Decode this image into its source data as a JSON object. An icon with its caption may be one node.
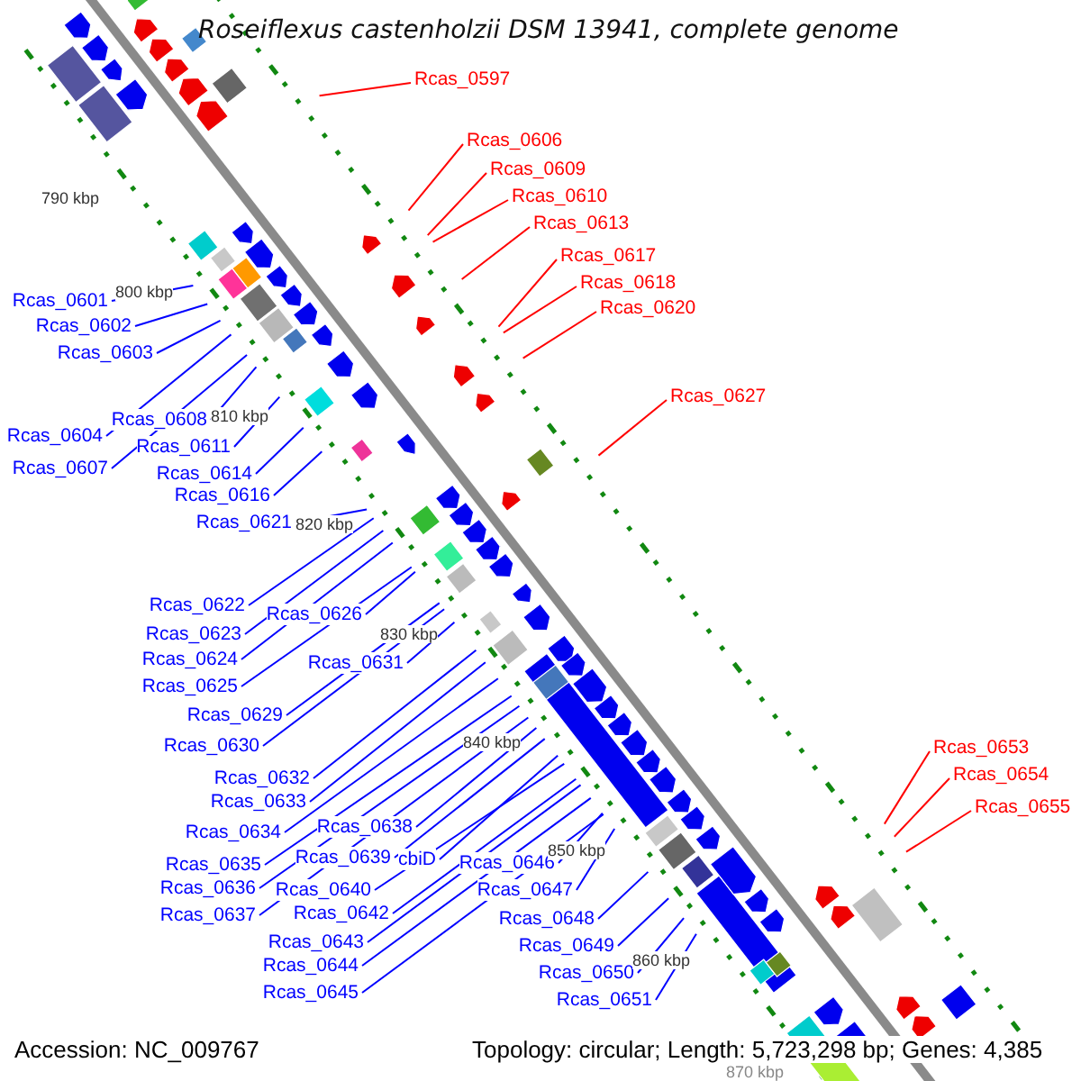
{
  "diagram": {
    "title": "Roseiflexus castenholzii DSM 13941, complete genome",
    "nodes": [
      {
        "text": [
          "Rcas_0597"
        ]
      },
      {
        "text": [
          "Rcas_0606"
        ]
      },
      {
        "text": [
          "Rcas_0609"
        ]
      },
      {
        "text": [
          "Rcas_0610"
        ]
      },
      {
        "text": [
          "Rcas_0613"
        ]
      },
      {
        "text": [
          "Rcas_0617"
        ]
      },
      {
        "text": [
          "Rcas_0618"
        ]
      },
      {
        "text": [
          "Rcas_0601"
        ]
      },
      {
        "text": [
          "Rcas_0620"
        ]
      },
      {
        "text": [
          "Rcas_0602"
        ]
      },
      {
        "text": [
          "Rcas_0603"
        ]
      },
      {
        "text": [
          "Rcas_0627"
        ]
      },
      {
        "text": [
          "Rcas_0608"
        ]
      },
      {
        "text": [
          "Rcas_0604"
        ]
      },
      {
        "text": [
          "Rcas_0611"
        ]
      },
      {
        "text": [
          "Rcas_0607"
        ]
      },
      {
        "text": [
          "Rcas_0614"
        ]
      },
      {
        "text": [
          "Rcas_0616"
        ]
      },
      {
        "text": [
          "Rcas_0621"
        ]
      },
      {
        "text": [
          "Rcas_0622"
        ]
      },
      {
        "text": [
          "Rcas_0626"
        ]
      },
      {
        "text": [
          "Rcas_0623"
        ]
      },
      {
        "text": [
          "Rcas_0624"
        ]
      },
      {
        "text": [
          "Rcas_0631"
        ]
      },
      {
        "text": [
          "Rcas_0625"
        ]
      },
      {
        "text": [
          "Rcas_0629"
        ]
      },
      {
        "text": [
          "Rcas_0630"
        ]
      },
      {
        "text": [
          "Rcas_0653"
        ]
      },
      {
        "text": [
          "Rcas_0654"
        ]
      },
      {
        "text": [
          "Rcas_0632"
        ]
      },
      {
        "text": [
          "Rcas_0633"
        ]
      },
      {
        "text": [
          "Rcas_0655"
        ]
      },
      {
        "text": [
          "Rcas_0638"
        ]
      },
      {
        "text": [
          "Rcas_0634"
        ]
      },
      {
        "text": [
          "Rcas_0639"
        ]
      },
      {
        "text": [
          "cbiD"
        ]
      },
      {
        "text": [
          "Rcas_0646"
        ]
      },
      {
        "text": [
          "Rcas_0635"
        ]
      },
      {
        "text": [
          "Rcas_0636"
        ]
      },
      {
        "text": [
          "Rcas_0640"
        ]
      },
      {
        "text": [
          "Rcas_0647"
        ]
      },
      {
        "text": [
          "Rcas_0642"
        ]
      },
      {
        "text": [
          "Rcas_0637"
        ]
      },
      {
        "text": [
          "Rcas_0648"
        ]
      },
      {
        "text": [
          "Rcas_0643"
        ]
      },
      {
        "text": [
          "Rcas_0649"
        ]
      },
      {
        "text": [
          "Rcas_0644"
        ]
      },
      {
        "text": [
          "Rcas_0650"
        ]
      },
      {
        "text": [
          "Rcas_0645"
        ]
      },
      {
        "text": [
          "Rcas_0651"
        ]
      }
    ],
    "edges": [
      {
        "from": 0,
        "to": null,
        "arrow": "none",
        "color": "#ff0000"
      },
      {
        "from": 1,
        "to": null,
        "arrow": "none",
        "color": "#ff0000"
      },
      {
        "from": 2,
        "to": null,
        "arrow": "none",
        "color": "#ff0000"
      },
      {
        "from": 3,
        "to": null,
        "arrow": "none",
        "color": "#ff0000"
      },
      {
        "from": 4,
        "to": null,
        "arrow": "none",
        "color": "#ff0000"
      },
      {
        "from": 5,
        "to": null,
        "arrow": "none",
        "color": "#ff0000"
      },
      {
        "from": 6,
        "to": null,
        "arrow": "none",
        "color": "#ff0000"
      },
      {
        "from": 7,
        "to": null,
        "arrow": "none"
      },
      {
        "from": 8,
        "to": null,
        "arrow": "none",
        "color": "#ff0000"
      },
      {
        "from": 9,
        "to": null,
        "arrow": "none"
      },
      {
        "from": 10,
        "to": null,
        "arrow": "none"
      },
      {
        "from": 11,
        "to": null,
        "arrow": "none",
        "color": "#ff0000"
      },
      {
        "from": 12,
        "to": null,
        "arrow": "none"
      },
      {
        "from": 13,
        "to": null,
        "arrow": "none"
      },
      {
        "from": 14,
        "to": null,
        "arrow": "none"
      },
      {
        "from": 15,
        "to": null,
        "arrow": "none"
      },
      {
        "from": 16,
        "to": null,
        "arrow": "none"
      },
      {
        "from": 17,
        "to": null,
        "arrow": "none"
      },
      {
        "from": 18,
        "to": null,
        "arrow": "none"
      },
      {
        "from": 19,
        "to": null,
        "arrow": "none"
      },
      {
        "from": 20,
        "to": null,
        "arrow": "none"
      },
      {
        "from": 21,
        "to": null,
        "arrow": "none"
      },
      {
        "from": 22,
        "to": null,
        "arrow": "none"
      },
      {
        "from": 23,
        "to": null,
        "arrow": "none"
      },
      {
        "from": 24,
        "to": null,
        "arrow": "none"
      },
      {
        "from": 25,
        "to": null,
        "arrow": "none"
      },
      {
        "from": 26,
        "to": null,
        "arrow": "none"
      },
      {
        "from": 27,
        "to": null,
        "arrow": "none",
        "color": "#ff0000"
      },
      {
        "from": 28,
        "to": null,
        "arrow": "none",
        "color": "#ff0000"
      },
      {
        "from": 29,
        "to": null,
        "arrow": "none"
      },
      {
        "from": 30,
        "to": null,
        "arrow": "none"
      },
      {
        "from": 31,
        "to": null,
        "arrow": "none",
        "color": "#ff0000"
      },
      {
        "from": 32,
        "to": null,
        "arrow": "none"
      },
      {
        "from": 33,
        "to": null,
        "arrow": "none"
      },
      {
        "from": 34,
        "to": null,
        "arrow": "none"
      },
      {
        "from": 35,
        "to": null,
        "arrow": "none"
      },
      {
        "from": 36,
        "to": null,
        "arrow": "none"
      },
      {
        "from": 37,
        "to": null,
        "arrow": "none"
      },
      {
        "from": 38,
        "to": null,
        "arrow": "none"
      },
      {
        "from": 39,
        "to": null,
        "arrow": "none"
      },
      {
        "from": 40,
        "to": null,
        "arrow": "none"
      },
      {
        "from": 41,
        "to": null,
        "arrow": "none"
      },
      {
        "from": 42,
        "to": null,
        "arrow": "none"
      },
      {
        "from": 43,
        "to": null,
        "arrow": "none"
      },
      {
        "from": 44,
        "to": null,
        "arrow": "none"
      },
      {
        "from": 45,
        "to": null,
        "arrow": "none"
      },
      {
        "from": 46,
        "to": null,
        "arrow": "none"
      },
      {
        "from": 47,
        "to": null,
        "arrow": "none"
      },
      {
        "from": 48,
        "to": null,
        "arrow": "none"
      },
      {
        "from": 49,
        "to": null,
        "arrow": "none"
      }
    ],
    "labels": [
      "790 kbp",
      "800 kbp",
      "810 kbp",
      "820 kbp",
      "830 kbp",
      "840 kbp",
      "850 kbp",
      "860 kbp",
      "870 kbp",
      "Accession: NC_009767",
      "Topology: circular; Length: 5,723,298 bp; Genes: 4,385"
    ]
  }
}
